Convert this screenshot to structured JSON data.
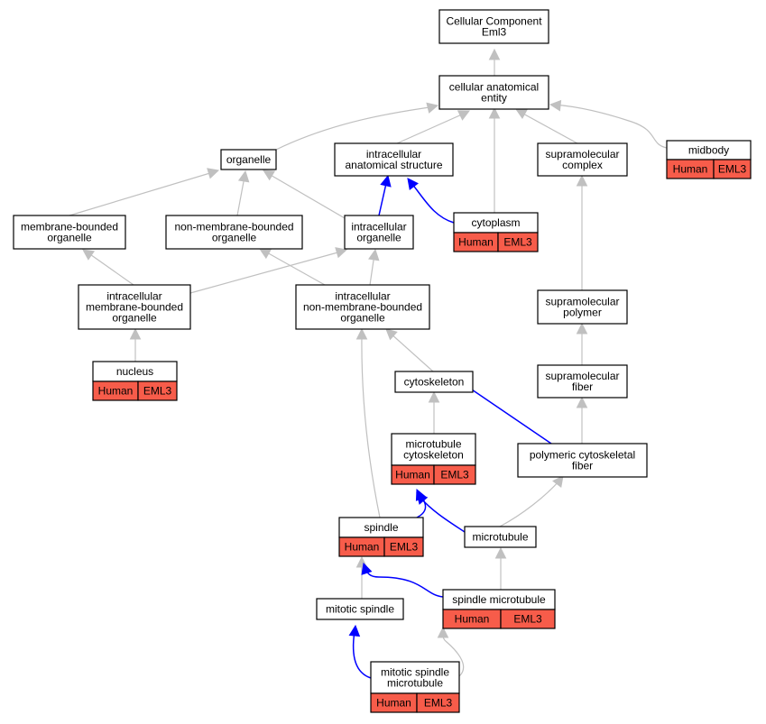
{
  "title_node": {
    "line1": "Cellular Component",
    "line2": "Eml3"
  },
  "colors": {
    "grey_edge": "#c0c0c0",
    "blue_edge": "#0000ff",
    "annot_fill": "#f75c4a",
    "node_border": "#000000"
  },
  "nodes": {
    "cellular_component": {
      "lines": [
        "Cellular Component",
        "Eml3"
      ]
    },
    "cellular_anatomical_entity": {
      "lines": [
        "cellular anatomical",
        "entity"
      ]
    },
    "organelle": {
      "lines": [
        "organelle"
      ]
    },
    "intracellular_anatomical_structure": {
      "lines": [
        "intracellular",
        "anatomical structure"
      ]
    },
    "supramolecular_complex": {
      "lines": [
        "supramolecular",
        "complex"
      ]
    },
    "midbody": {
      "lines": [
        "midbody"
      ],
      "annotation": [
        "Human",
        "EML3"
      ]
    },
    "membrane_bounded_organelle": {
      "lines": [
        "membrane-bounded",
        "organelle"
      ]
    },
    "non_membrane_bounded_organelle": {
      "lines": [
        "non-membrane-bounded",
        "organelle"
      ]
    },
    "intracellular_organelle": {
      "lines": [
        "intracellular",
        "organelle"
      ]
    },
    "cytoplasm": {
      "lines": [
        "cytoplasm"
      ],
      "annotation": [
        "Human",
        "EML3"
      ]
    },
    "intracellular_membrane_bounded_organelle": {
      "lines": [
        "intracellular",
        "membrane-bounded",
        "organelle"
      ]
    },
    "intracellular_non_membrane_bounded_organelle": {
      "lines": [
        "intracellular",
        "non-membrane-bounded",
        "organelle"
      ]
    },
    "supramolecular_polymer": {
      "lines": [
        "supramolecular",
        "polymer"
      ]
    },
    "nucleus": {
      "lines": [
        "nucleus"
      ],
      "annotation": [
        "Human",
        "EML3"
      ]
    },
    "cytoskeleton": {
      "lines": [
        "cytoskeleton"
      ]
    },
    "supramolecular_fiber": {
      "lines": [
        "supramolecular",
        "fiber"
      ]
    },
    "microtubule_cytoskeleton": {
      "lines": [
        "microtubule",
        "cytoskeleton"
      ],
      "annotation": [
        "Human",
        "EML3"
      ]
    },
    "polymeric_cytoskeletal_fiber": {
      "lines": [
        "polymeric cytoskeletal",
        "fiber"
      ]
    },
    "spindle": {
      "lines": [
        "spindle"
      ],
      "annotation": [
        "Human",
        "EML3"
      ]
    },
    "microtubule": {
      "lines": [
        "microtubule"
      ]
    },
    "spindle_microtubule": {
      "lines": [
        "spindle microtubule"
      ],
      "annotation": [
        "Human",
        "EML3"
      ]
    },
    "mitotic_spindle": {
      "lines": [
        "mitotic spindle"
      ]
    },
    "mitotic_spindle_microtubule": {
      "lines": [
        "mitotic spindle",
        "microtubule"
      ],
      "annotation": [
        "Human",
        "EML3"
      ]
    }
  }
}
